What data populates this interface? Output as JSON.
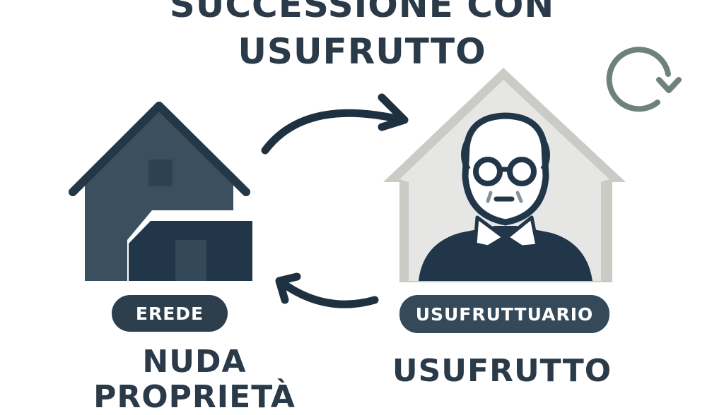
{
  "title": {
    "line1": "SUCCESSIONE CON",
    "line2": "USUFRUTTO"
  },
  "left": {
    "badge": "EREDE",
    "caption_line1": "NUDA",
    "caption_line2": "PROPRIETÀ",
    "icon": "house-icon"
  },
  "right": {
    "badge": "USUFRUTTUARIO",
    "caption": "USUFRUTTO",
    "icon": "elderly-man-in-house-icon"
  },
  "decor": {
    "cycle_icon": "refresh-cycle-icon"
  },
  "colors": {
    "dark": "#2d3e4c",
    "house": "#3c4f5e",
    "house_gray": "#d8d9d6",
    "cycle": "#6f8279"
  }
}
